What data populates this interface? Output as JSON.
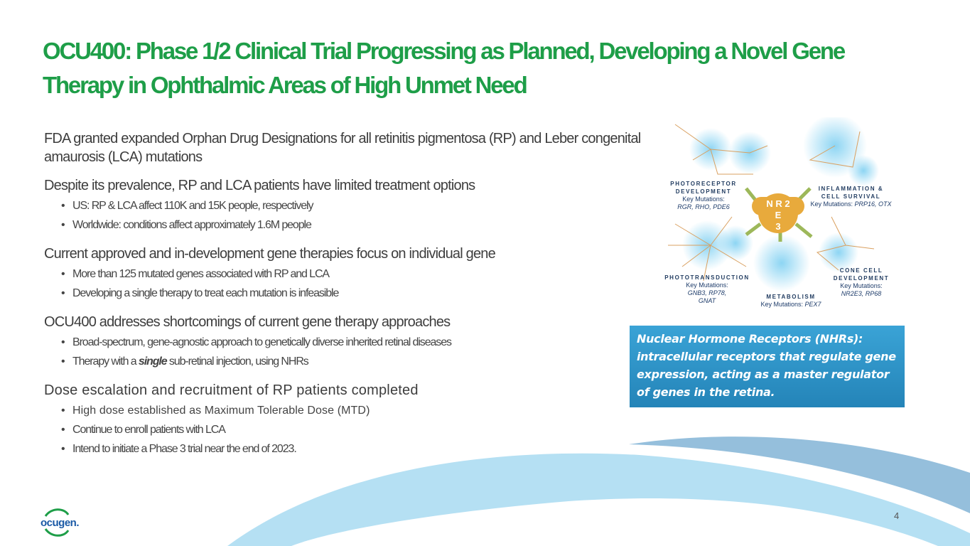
{
  "title": "OCU400: Phase 1/2 Clinical Trial Progressing as Planned, Developing a Novel Gene Therapy in Ophthalmic Areas of High Unmet Need",
  "sections": [
    {
      "heading": "FDA granted expanded Orphan Drug Designations for all retinitis pigmentosa (RP) and Leber congenital amaurosis (LCA) mutations",
      "bullets": []
    },
    {
      "heading": "Despite its prevalence, RP and LCA patients have limited treatment options",
      "bullets": [
        "US: RP & LCA affect 110K and 15K people, respectively",
        "Worldwide: conditions affect approximately 1.6M people"
      ]
    },
    {
      "heading": "Current approved and in-development gene therapies focus on individual gene",
      "bullets": [
        "More than 125 mutated genes associated with RP and LCA",
        "Developing a single therapy to treat each mutation is infeasible"
      ]
    },
    {
      "heading": "OCU400 addresses shortcomings of current gene therapy approaches",
      "bullets": [
        "Broad-spectrum, gene-agnostic approach to genetically diverse inherited retinal diseases"
      ],
      "single_bullet": {
        "pre": "Therapy with a ",
        "em": "single",
        "post": " sub-retinal injection, using NHRs"
      }
    },
    {
      "heading": "Dose escalation and recruitment of RP patients completed",
      "bullets": [
        "High dose established as Maximum Tolerable Dose (MTD)",
        "Continue to enroll patients with LCA",
        "Intend to initiate a Phase 3 trial near the end of 2023."
      ]
    }
  ],
  "diagram": {
    "center": "NR2E3",
    "center_line1": "N R 2 E",
    "center_line2": "3",
    "nodes": [
      {
        "name": "PHOTORECEPTOR DEVELOPMENT",
        "line1": "PHOTORECEPTOR",
        "line2": "DEVELOPMENT",
        "key": "Key Mutations:",
        "mut": "RGR, RHO, PDE6"
      },
      {
        "name": "INFLAMMATION & CELL SURVIVAL",
        "line1": "INFLAMMATION &",
        "line2": "CELL SURVIVAL",
        "key": "Key Mutations:",
        "mut": "PRP16, OTX"
      },
      {
        "name": "PHOTOTRANSDUCTION",
        "line1": "PHOTOTRANSDUCTION",
        "key": "Key Mutations:",
        "mut": "GNB3, RP78, GNAT"
      },
      {
        "name": "METABOLISM",
        "line1": "METABOLISM",
        "key": "Key Mutations:",
        "mut": "PEX7"
      },
      {
        "name": "CONE CELL DEVELOPMENT",
        "line1": "CONE CELL",
        "line2": "DEVELOPMENT",
        "key": "Key Mutations:",
        "mut": "NR2E3, RP68"
      }
    ]
  },
  "callout": "Nuclear Hormone Receptors (NHRs): intracellular receptors that regulate gene expression, acting as a master regulator of genes in the retina.",
  "logo_text": "ocugen.",
  "page_number": "4",
  "colors": {
    "title": "#1e9e48",
    "callout": "#2a8fc4",
    "swoosh_light": "#b5e0f3",
    "swoosh_dark": "#8fbcdb"
  }
}
